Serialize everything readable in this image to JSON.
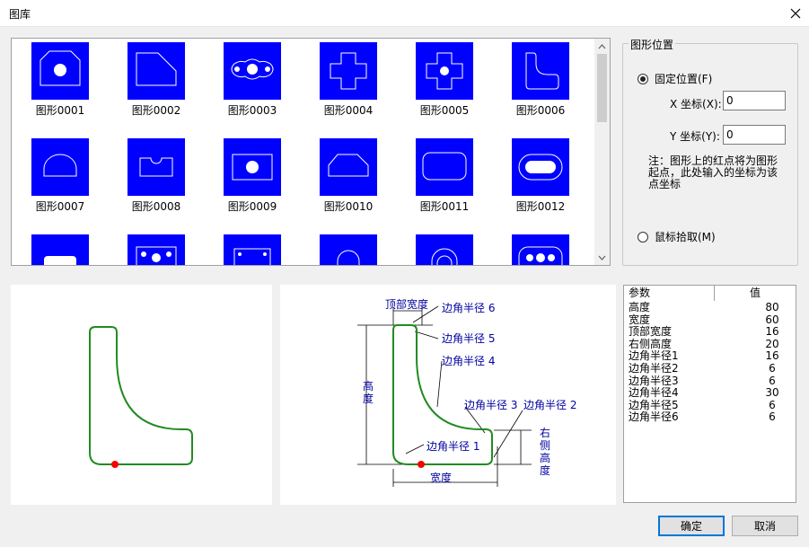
{
  "window": {
    "title": "图库"
  },
  "gallery": {
    "items": [
      {
        "label": "图形0001"
      },
      {
        "label": "图形0002"
      },
      {
        "label": "图形0003"
      },
      {
        "label": "图形0004"
      },
      {
        "label": "图形0005"
      },
      {
        "label": "图形0006"
      },
      {
        "label": "图形0007"
      },
      {
        "label": "图形0008"
      },
      {
        "label": "图形0009"
      },
      {
        "label": "图形0010"
      },
      {
        "label": "图形0011"
      },
      {
        "label": "图形0012"
      }
    ]
  },
  "position": {
    "group_title": "图形位置",
    "fixed_label": "固定位置(F)",
    "x_label": "X 坐标(X):",
    "x_value": "0",
    "y_label": "Y 坐标(Y):",
    "y_value": "0",
    "note": "注：图形上的红点将为图形起点，此处输入的坐标为该点坐标",
    "mouse_label": "鼠标拾取(M)",
    "selected": "fixed"
  },
  "diagram_labels": {
    "top_width": "顶部宽度",
    "r6": "边角半径 6",
    "r5": "边角半径 5",
    "r4": "边角半径 4",
    "r3": "边角半径 3",
    "r2": "边角半径 2",
    "r1": "边角半径 1",
    "height": "高度",
    "width": "宽度",
    "right_height": "右侧高度"
  },
  "params": {
    "col_name": "参数",
    "col_value": "值",
    "rows": [
      {
        "name": "高度",
        "value": "80"
      },
      {
        "name": "宽度",
        "value": "60"
      },
      {
        "name": "顶部宽度",
        "value": "16"
      },
      {
        "name": "右侧高度",
        "value": "20"
      },
      {
        "name": "边角半径1",
        "value": "16"
      },
      {
        "name": "边角半径2",
        "value": "6"
      },
      {
        "name": "边角半径3",
        "value": "6"
      },
      {
        "name": "边角半径4",
        "value": "30"
      },
      {
        "name": "边角半径5",
        "value": "6"
      },
      {
        "name": "边角半径6",
        "value": "6"
      }
    ]
  },
  "buttons": {
    "ok": "确定",
    "cancel": "取消"
  },
  "colors": {
    "thumb_bg": "#0000ff",
    "shape_stroke": "#228b22",
    "start_point": "#ff0000",
    "dim_text": "#0000a0"
  }
}
